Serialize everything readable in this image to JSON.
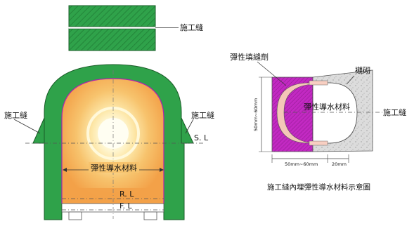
{
  "labels": {
    "joint_top": "施工縫",
    "centerline": "℄",
    "joint_left": "施工縫",
    "joint_right": "施工縫",
    "sl": "S. L",
    "tunnel_material": "彈性導水材料",
    "rl": "R. L",
    "fl": "F. L",
    "sealant": "彈性填縫劑",
    "backfill": "襯砌",
    "detail_material": "彈性導水材料",
    "joint_detail": "施工縫",
    "dim_vertical": "50mm~60mm",
    "dim_h1": "50mm~60mm",
    "dim_h2": "20mm",
    "caption": "施工縫內埋彈性導水材料示意圖"
  },
  "colors": {
    "lining_green": "#2fa24a",
    "hatch_green": "#1f7a34",
    "core_gradient": [
      "#fffbe0",
      "#fde7a8",
      "#f7c36d",
      "#f3a148"
    ],
    "sealant_magenta": "#c229c2",
    "concrete_gray": "#d9d9d9"
  }
}
